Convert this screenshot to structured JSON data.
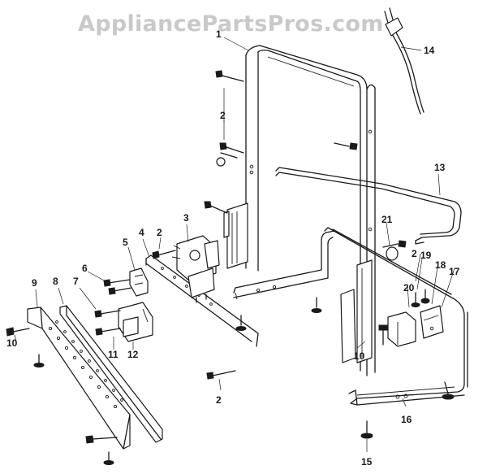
{
  "watermark": "AppliancePartsPros.com",
  "callouts": [
    "1",
    "2",
    "2",
    "2",
    "2",
    "3",
    "4",
    "5",
    "6",
    "7",
    "8",
    "9",
    "10",
    "10",
    "11",
    "12",
    "13",
    "14",
    "15",
    "16",
    "17",
    "18",
    "19",
    "20",
    "21"
  ]
}
